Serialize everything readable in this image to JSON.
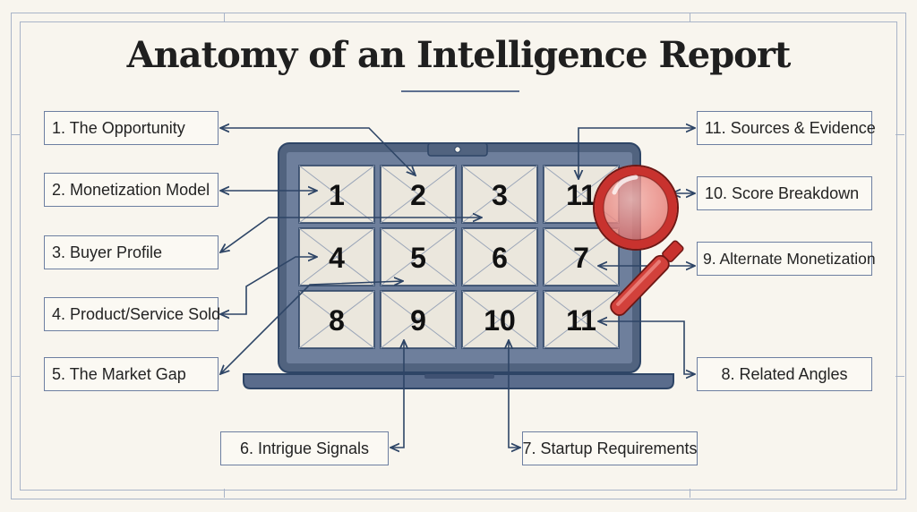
{
  "title": "Anatomy of an Intelligence Report",
  "tiles": [
    "1",
    "2",
    "3",
    "11",
    "4",
    "5",
    "6",
    "7",
    "8",
    "9",
    "10",
    "11"
  ],
  "labels": {
    "opportunity": "1. The Opportunity",
    "monetization_model": "2. Monetization Model",
    "buyer_profile": "3. Buyer Profile",
    "product_service": "4. Product/Service Sold",
    "market_gap": "5. The Market Gap",
    "intrigue_signals": "6. Intrigue Signals",
    "startup_requirements": "7. Startup Requirements",
    "related_angles": "8. Related Angles",
    "alternate_monetization": "9. Alternate Monetization",
    "score_breakdown": "10. Score Breakdown",
    "sources_evidence": "11. Sources & Evidence"
  },
  "colors": {
    "line": "#2e4566",
    "magnifier": "#c8322e",
    "laptop": "#5a6c8c"
  },
  "icons": [
    "laptop-icon",
    "magnifying-glass-icon"
  ]
}
